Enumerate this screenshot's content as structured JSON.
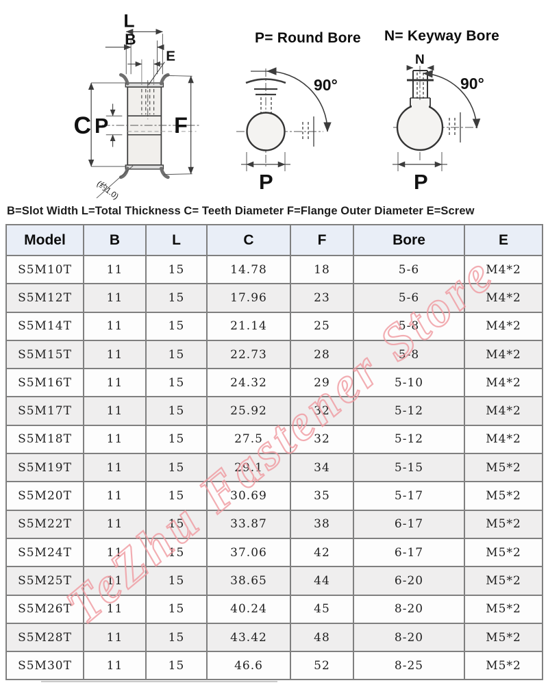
{
  "diagrams": {
    "side_view": {
      "labels": {
        "L": "L",
        "B": "B",
        "E": "E",
        "C": "C",
        "P": "P",
        "F": "F"
      },
      "note": "(约1.0)"
    },
    "round_bore": {
      "title": "P= Round Bore",
      "angle_label": "90°",
      "bore_label": "P"
    },
    "keyway_bore": {
      "title": "N= Keyway Bore",
      "angle_label": "90°",
      "bore_label": "P",
      "keyway_label": "N"
    }
  },
  "legend": {
    "text": "B=Slot Width  L=Total Thickness  C= Teeth Diameter  F=Flange Outer Diameter  E=Screw"
  },
  "table": {
    "headers": [
      "Model",
      "B",
      "L",
      "C",
      "F",
      "Bore",
      "E"
    ],
    "rows": [
      [
        "S5M10T",
        "11",
        "15",
        "14.78",
        "18",
        "5-6",
        "M4*2"
      ],
      [
        "S5M12T",
        "11",
        "15",
        "17.96",
        "23",
        "5-6",
        "M4*2"
      ],
      [
        "S5M14T",
        "11",
        "15",
        "21.14",
        "25",
        "5-8",
        "M4*2"
      ],
      [
        "S5M15T",
        "11",
        "15",
        "22.73",
        "28",
        "5-8",
        "M4*2"
      ],
      [
        "S5M16T",
        "11",
        "15",
        "24.32",
        "29",
        "5-10",
        "M4*2"
      ],
      [
        "S5M17T",
        "11",
        "15",
        "25.92",
        "32",
        "5-12",
        "M4*2"
      ],
      [
        "S5M18T",
        "11",
        "15",
        "27.5",
        "32",
        "5-12",
        "M4*2"
      ],
      [
        "S5M19T",
        "11",
        "15",
        "29.1",
        "34",
        "5-15",
        "M5*2"
      ],
      [
        "S5M20T",
        "11",
        "15",
        "30.69",
        "35",
        "5-17",
        "M5*2"
      ],
      [
        "S5M22T",
        "11",
        "15",
        "33.87",
        "38",
        "6-17",
        "M5*2"
      ],
      [
        "S5M24T",
        "11",
        "15",
        "37.06",
        "42",
        "6-17",
        "M5*2"
      ],
      [
        "S5M25T",
        "11",
        "15",
        "38.65",
        "44",
        "6-20",
        "M5*2"
      ],
      [
        "S5M26T",
        "11",
        "15",
        "40.24",
        "45",
        "8-20",
        "M5*2"
      ],
      [
        "S5M28T",
        "11",
        "15",
        "43.42",
        "48",
        "8-20",
        "M5*2"
      ],
      [
        "S5M30T",
        "11",
        "15",
        "46.6",
        "52",
        "8-25",
        "M5*2"
      ]
    ]
  },
  "watermark": {
    "text": "TeZhu Fastener Store",
    "color": "#f09aa0"
  },
  "colors": {
    "header_bg": "#e9eef7",
    "row_alt_bg": "#efeeee",
    "border": "#7f7f7f",
    "line": "#3c3c3c"
  }
}
